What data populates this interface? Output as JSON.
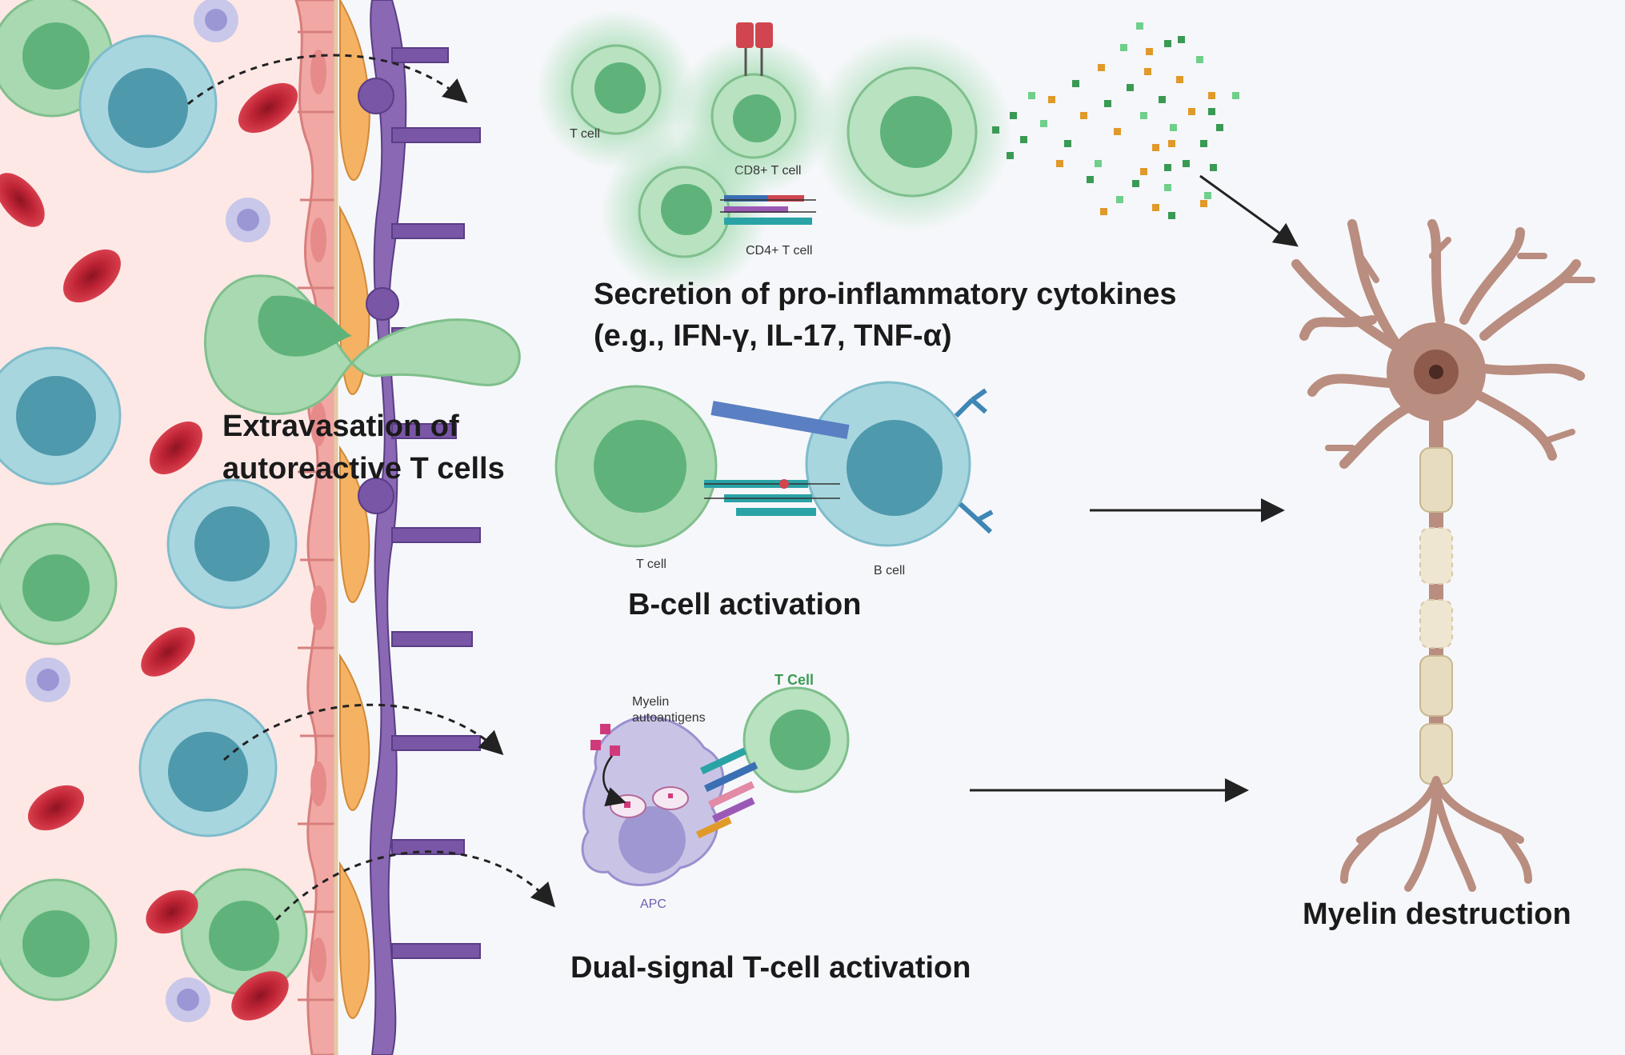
{
  "labels": {
    "t_cell": "T cell",
    "cd8_t_cell": "CD8+ T cell",
    "cd4_t_cell": "CD4+ T cell",
    "secretion_line1": "Secretion of pro-inflammatory cytokines",
    "secretion_line2": "(e.g., IFN-γ, IL-17, TNF-α)",
    "extravasation_line1": "Extravasation of",
    "extravasation_line2": "autoreactive T cells",
    "b_cell_t_cell": "T cell",
    "b_cell": "B cell",
    "b_cell_activation": "B-cell activation",
    "t_cell_green": "T Cell",
    "myelin_autoantigens_line1": "Myelin",
    "myelin_autoantigens_line2": "autoantigens",
    "apc": "APC",
    "dual_signal": "Dual-signal T-cell activation",
    "myelin_destruction": "Myelin destruction"
  },
  "colors": {
    "blood_bg": "#fde8e6",
    "green_cell": "#a9d9b0",
    "green_nucleus": "#5fb37a",
    "blue_cell": "#a8d6df",
    "blue_nucleus": "#4f99ad",
    "rbc": "#c72a3a",
    "endothelium": "#f1a8a5",
    "pericyte": "#f4b262",
    "astrocyte": "#7a56a6",
    "neuron": "#b98d7f",
    "myelin": "#e8dcc0",
    "apc": "#c9c4e6",
    "arrow": "#222222",
    "t_cell_label": "#3a9a54",
    "apc_label": "#6f5fb0"
  }
}
